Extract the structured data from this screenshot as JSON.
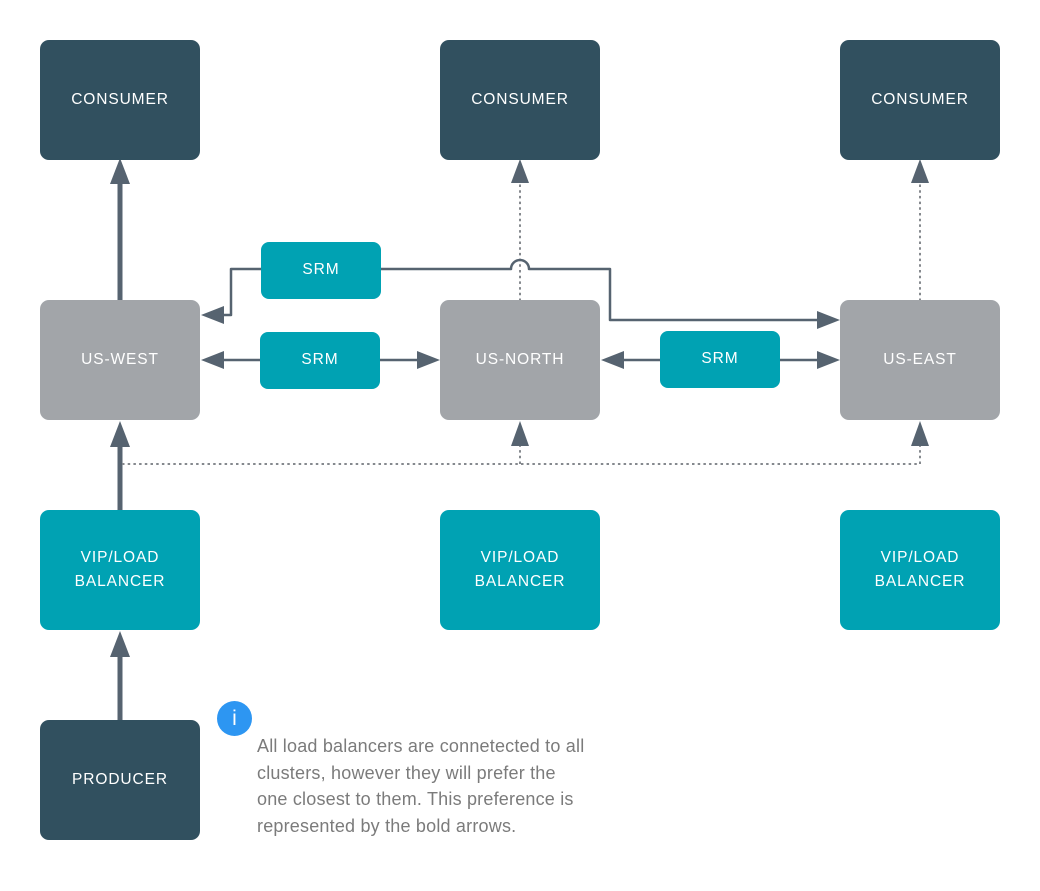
{
  "colors": {
    "node_dark": "#31505F",
    "node_gray": "#A2A5A9",
    "node_teal": "#00A2B3",
    "arrow_solid": "#566370",
    "arrow_dotted": "#85898E",
    "info_icon_blue": "#2D96F2",
    "note_text_gray": "#7b7b7b",
    "background": "#ffffff"
  },
  "nodes": {
    "consumer_west": {
      "label": "CONSUMER"
    },
    "consumer_north": {
      "label": "CONSUMER"
    },
    "consumer_east": {
      "label": "CONSUMER"
    },
    "cluster_west": {
      "label": "US-WEST"
    },
    "cluster_north": {
      "label": "US-NORTH"
    },
    "cluster_east": {
      "label": "US-EAST"
    },
    "srm_top": {
      "label": "SRM"
    },
    "srm_west_north": {
      "label": "SRM"
    },
    "srm_north_east": {
      "label": "SRM"
    },
    "lb_west": {
      "label": "VIP/LOAD BALANCER"
    },
    "lb_north": {
      "label": "VIP/LOAD BALANCER"
    },
    "lb_east": {
      "label": "VIP/LOAD BALANCER"
    },
    "producer": {
      "label": "PRODUCER"
    }
  },
  "note": {
    "icon_glyph": "i",
    "lines": [
      "All load balancers are connetected to all",
      "clusters, however they will prefer the",
      "one closest to them. This preference is",
      "represented by the bold arrows."
    ]
  }
}
